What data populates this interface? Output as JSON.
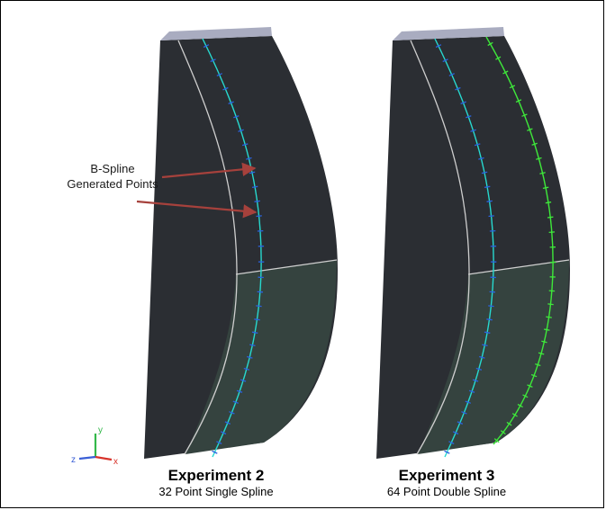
{
  "annotation": {
    "line1": "B-Spline",
    "line2": "Generated Points"
  },
  "panels": [
    {
      "title": "Experiment 2",
      "subtitle": "32 Point Single Spline",
      "splines": 1,
      "points_per_spline": 32
    },
    {
      "title": "Experiment 3",
      "subtitle": "64 Point Double Spline",
      "splines": 2,
      "points_per_spline": 32
    }
  ],
  "triad": {
    "x": "x",
    "y": "y",
    "z": "z"
  },
  "colors": {
    "solid_dark": "#2b2e33",
    "solid_lower": "#35433f",
    "top_face": "#a9acc0",
    "edge_line": "#cfcfcf",
    "spline_cyan": "#27d9cf",
    "points_blue": "#2a63e0",
    "spline_green": "#3ee83a",
    "arrow": "#a6413c",
    "axis_x": "#d8342b",
    "axis_y": "#33b84a",
    "axis_z": "#3a5fd6"
  }
}
